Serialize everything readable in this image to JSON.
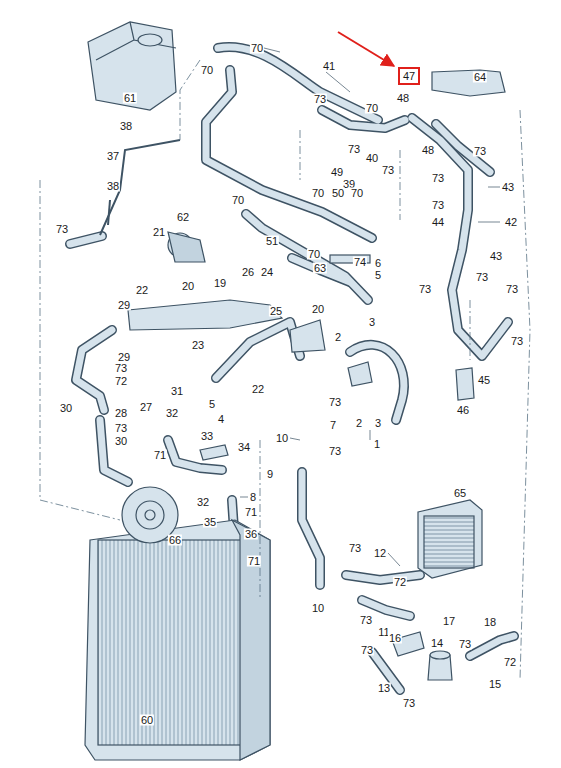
{
  "diagram": {
    "nodes": [
      {
        "text": [
          "47"
        ]
      }
    ],
    "labels": [
      "70",
      "70",
      "41",
      "64",
      "61",
      "48",
      "73",
      "70",
      "38",
      "73",
      "48",
      "73",
      "37",
      "40",
      "73",
      "49",
      "39",
      "73",
      "43",
      "38",
      "70",
      "70",
      "50",
      "70",
      "73",
      "62",
      "42",
      "44",
      "21",
      "73",
      "51",
      "70",
      "43",
      "74",
      "6",
      "63",
      "26",
      "24",
      "5",
      "73",
      "20",
      "19",
      "22",
      "73",
      "73",
      "29",
      "20",
      "25",
      "3",
      "2",
      "73",
      "23",
      "29",
      "73",
      "45",
      "72",
      "22",
      "31",
      "73",
      "5",
      "30",
      "27",
      "46",
      "28",
      "32",
      "4",
      "2",
      "3",
      "7",
      "73",
      "33",
      "10",
      "30",
      "1",
      "34",
      "73",
      "71",
      "9",
      "65",
      "8",
      "32",
      "71",
      "35",
      "36",
      "66",
      "73",
      "12",
      "71",
      "72",
      "10",
      "73",
      "17",
      "18",
      "11",
      "16",
      "14",
      "73",
      "73",
      "72",
      "15",
      "13",
      "73",
      "60"
    ]
  }
}
